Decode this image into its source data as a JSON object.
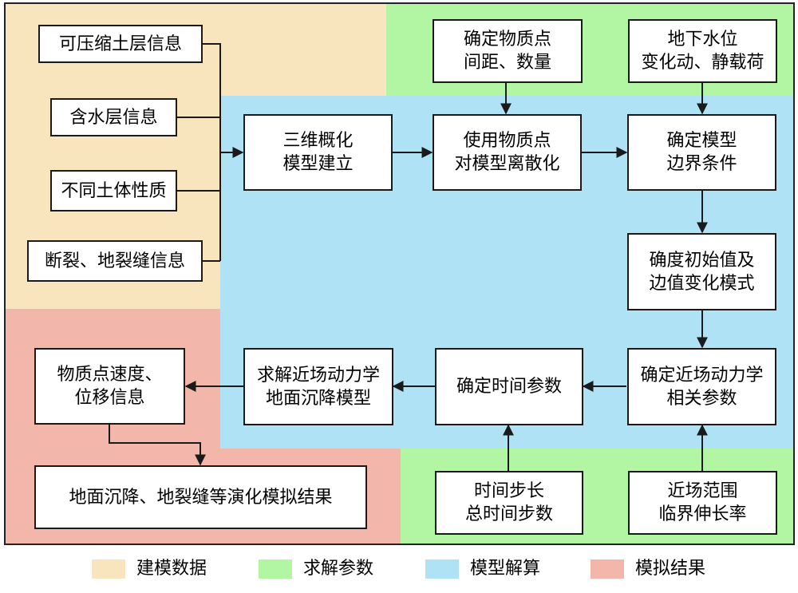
{
  "colors": {
    "data_region": "#f8e4bd",
    "params_region": "#b2f5a2",
    "compute_region": "#b0e2f5",
    "result_region": "#f2b6aa",
    "line": "#1a1a1a"
  },
  "boxes": {
    "compressible_layer": "可压缩土层信息",
    "aquifer": "含水层信息",
    "soil_properties": "不同土体性质",
    "fault_fissure": "断裂、地裂缝信息",
    "mp_spacing_l1": "确定物质点",
    "mp_spacing_l2": "间距、数量",
    "groundwater_l1": "地下水位",
    "groundwater_l2": "变化动、静载荷",
    "model_3d_l1": "三维概化",
    "model_3d_l2": "模型建立",
    "discretize_l1": "使用物质点",
    "discretize_l2": "对模型离散化",
    "boundary_l1": "确定模型",
    "boundary_l2": "边界条件",
    "initial_l1": "确度初始值及",
    "initial_l2": "边值变化模式",
    "peridynamics_l1": "确定近场动力学",
    "peridynamics_l2": "相关参数",
    "time_params": "确定时间参数",
    "solve_l1": "求解近场动力学",
    "solve_l2": "地面沉降模型",
    "mp_output_l1": "物质点速度、",
    "mp_output_l2": "位移信息",
    "final_result": "地面沉降、地裂缝等演化模拟结果",
    "time_step_l1": "时间步长",
    "time_step_l2": "总时间步数",
    "horizon_l1": "近场范围",
    "horizon_l2": "临界伸长率"
  },
  "legend": [
    {
      "label": "建模数据",
      "color": "#f8e4bd"
    },
    {
      "label": "求解参数",
      "color": "#b2f5a2"
    },
    {
      "label": "模型解算",
      "color": "#b0e2f5"
    },
    {
      "label": "模拟结果",
      "color": "#f2b6aa"
    }
  ]
}
